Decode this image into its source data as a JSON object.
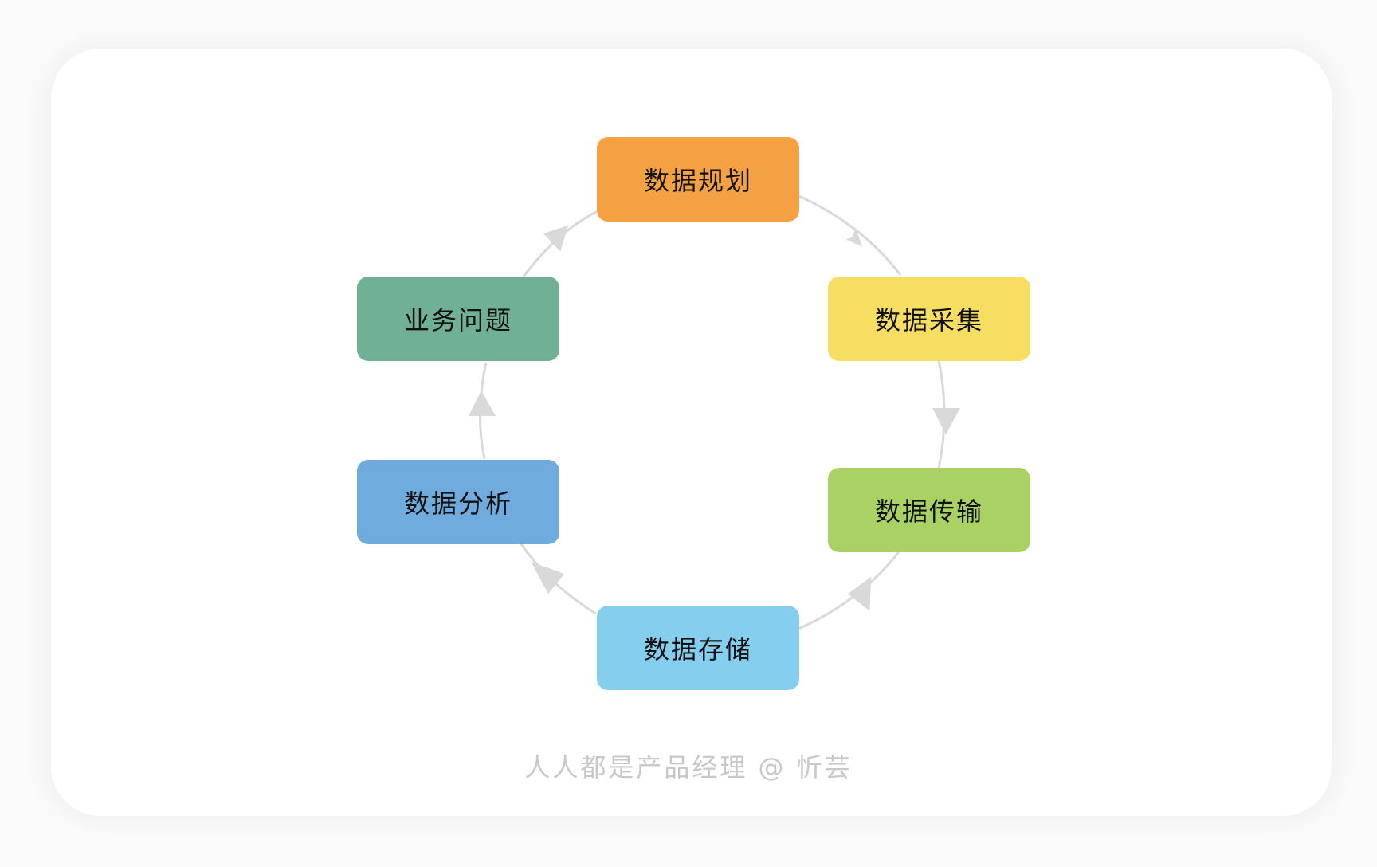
{
  "nodes": [
    {
      "id": "plan",
      "label": "数据规划",
      "color": "#F4A143"
    },
    {
      "id": "collect",
      "label": "数据采集",
      "color": "#F6DE62"
    },
    {
      "id": "transfer",
      "label": "数据传输",
      "color": "#A9D164"
    },
    {
      "id": "storage",
      "label": "数据存储",
      "color": "#86CEEE"
    },
    {
      "id": "analysis",
      "label": "数据分析",
      "color": "#70ABDD"
    },
    {
      "id": "business",
      "label": "业务问题",
      "color": "#70B195"
    }
  ],
  "edges": [
    {
      "from": "plan",
      "to": "collect"
    },
    {
      "from": "collect",
      "to": "transfer"
    },
    {
      "from": "transfer",
      "to": "storage"
    },
    {
      "from": "storage",
      "to": "analysis"
    },
    {
      "from": "analysis",
      "to": "business"
    },
    {
      "from": "business",
      "to": "plan"
    }
  ],
  "edge_color": "#D9D9D9",
  "watermark": "人人都是产品经理 @ 忻芸"
}
